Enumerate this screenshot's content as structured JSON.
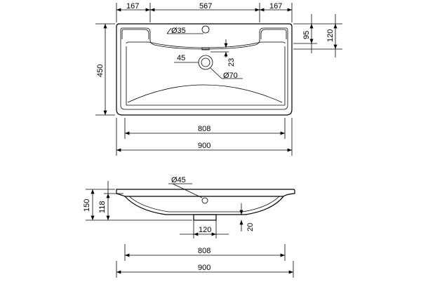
{
  "top_view": {
    "dims": {
      "left_margin": "167",
      "centre_width": "567",
      "right_margin": "167",
      "deck_95": "95",
      "deck_120": "120",
      "depth": "450",
      "inner_width": "808",
      "overall_width": "900",
      "tap_hole": "Ø35",
      "drain_hole": "45",
      "overflow_offset": "23",
      "drain_outer": "Ø70"
    }
  },
  "side_view": {
    "dims": {
      "drain_hole": "Ø45",
      "height_total": "150",
      "height_basin": "118",
      "drain_width": "120",
      "drain_height": "20",
      "inner_width": "808",
      "overall_width": "900"
    }
  },
  "colors": {
    "line": "#000000",
    "background": "#ffffff"
  }
}
